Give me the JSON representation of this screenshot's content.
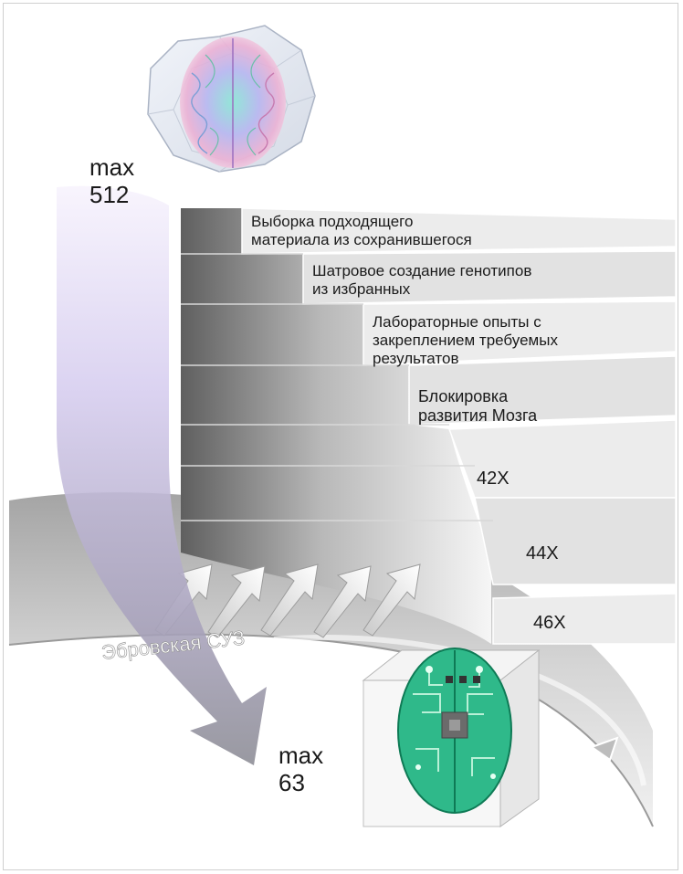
{
  "top_brain": {
    "label_line1": "max",
    "label_line2": "512"
  },
  "bottom_brain": {
    "label_line1": "max",
    "label_line2": "63"
  },
  "steps": [
    {
      "line1": "Выборка подходящего",
      "line2": "материала из сохранившегося",
      "line3": ""
    },
    {
      "line1": "Шатровое создание генотипов",
      "line2": "из избранных",
      "line3": ""
    },
    {
      "line1": "Лабораторные опыты с",
      "line2": "закреплением требуемых",
      "line3": "результатов"
    },
    {
      "line1": "Блокировка",
      "line2": "развития Мозга",
      "line3": ""
    },
    {
      "line1": "42X",
      "line2": "",
      "line3": ""
    },
    {
      "line1": "44X",
      "line2": "",
      "line3": ""
    },
    {
      "line1": "46X",
      "line2": "",
      "line3": ""
    }
  ],
  "band_label": "Эбровская СУЗ",
  "colors": {
    "arrow_top": "#f3effb",
    "arrow_mid": "#cdc3ea",
    "arrow_bottom": "#8e8e9a",
    "step_light": "#f2f2f2",
    "step_dark": "#6e6e6e",
    "chip_green": "#29b885",
    "brain_pink": "#e9a3c8",
    "brain_cyan": "#8fe3e8"
  }
}
